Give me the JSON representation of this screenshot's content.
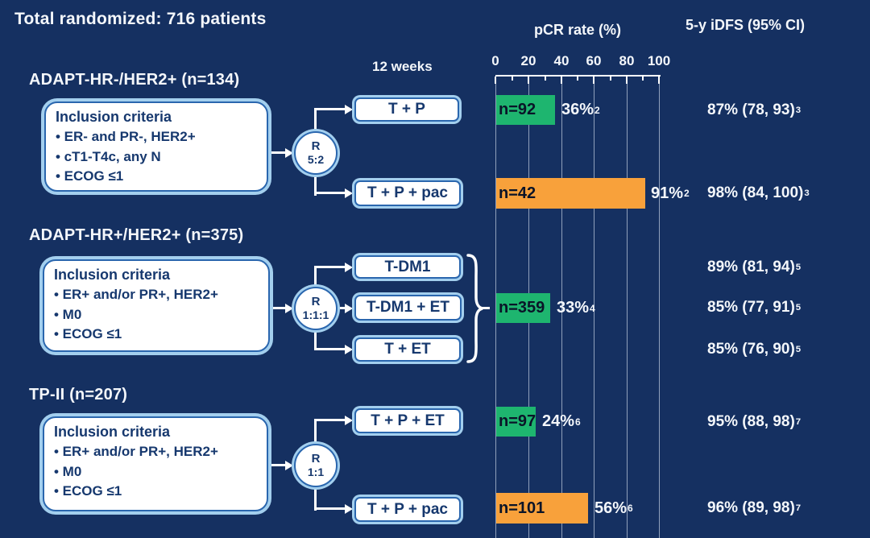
{
  "title": "Total randomized: 716 patients",
  "headers": {
    "timepoint": "12 weeks",
    "pcr_axis_title": "pCR rate (%)",
    "idfs_title": "5-y iDFS (95% CI)"
  },
  "axis": {
    "ticks": [
      "0",
      "20",
      "40",
      "60",
      "80",
      "100"
    ]
  },
  "colors": {
    "background": "#153061",
    "bar_green": "#1eb56f",
    "bar_orange": "#f8a13b",
    "box_fill": "#ffffff",
    "box_border": "#2a66ae",
    "box_glow": "#a3cfee",
    "box_text": "#16386e",
    "text": "#f4f7fb"
  },
  "sections": [
    {
      "header": "ADAPT-HR-/HER2+ (n=134)",
      "inclusion": {
        "title": "Inclusion criteria",
        "items": [
          "• ER- and PR-, HER2+",
          "• cT1-T4c, any N",
          "• ECOG ≤1"
        ]
      },
      "randomization": {
        "label": "R",
        "ratio": "5:2"
      },
      "arms": [
        {
          "treatment": "T + P",
          "n_label": "n=92",
          "pcr_value": 36,
          "pcr_label": "36%",
          "pcr_sup": "2",
          "idfs_label": "87% (78, 93)",
          "idfs_sup": "3"
        },
        {
          "treatment": "T + P + pac",
          "n_label": "n=42",
          "pcr_value": 91,
          "pcr_label": "91%",
          "pcr_sup": "2",
          "idfs_label": "98% (84, 100)",
          "idfs_sup": "3"
        }
      ]
    },
    {
      "header": "ADAPT-HR+/HER2+ (n=375)",
      "inclusion": {
        "title": "Inclusion criteria",
        "items": [
          "• ER+ and/or PR+, HER2+",
          "• M0",
          "• ECOG ≤1"
        ]
      },
      "randomization": {
        "label": "R",
        "ratio": "1:1:1"
      },
      "arms": [
        {
          "treatment": "T-DM1",
          "idfs_label": "89% (81, 94)",
          "idfs_sup": "5"
        },
        {
          "treatment": "T-DM1 + ET",
          "idfs_label": "85% (77, 91)",
          "idfs_sup": "5"
        },
        {
          "treatment": "T + ET",
          "idfs_label": "85% (76, 90)",
          "idfs_sup": "5"
        }
      ],
      "pooled_bar": {
        "n_label": "n=359",
        "pcr_value": 33,
        "pcr_label": "33%",
        "pcr_sup": "4"
      }
    },
    {
      "header": "TP-II (n=207)",
      "inclusion": {
        "title": "Inclusion criteria",
        "items": [
          "• ER+ and/or PR+, HER2+",
          "• M0",
          "• ECOG ≤1"
        ]
      },
      "randomization": {
        "label": "R",
        "ratio": "1:1"
      },
      "arms": [
        {
          "treatment": "T + P + ET",
          "n_label": "n=97",
          "pcr_value": 24,
          "pcr_label": "24%",
          "pcr_sup": "6",
          "idfs_label": "95% (88, 98)",
          "idfs_sup": "7"
        },
        {
          "treatment": "T + P + pac",
          "n_label": "n=101",
          "pcr_value": 56,
          "pcr_label": "56%",
          "pcr_sup": "6",
          "idfs_label": "96% (89, 98)",
          "idfs_sup": "7"
        }
      ]
    }
  ],
  "chart_data": {
    "type": "bar",
    "orientation": "horizontal",
    "title": "pCR rate (%)",
    "xlabel": "pCR rate (%)",
    "xlim": [
      0,
      100
    ],
    "x_ticks": [
      0,
      20,
      40,
      60,
      80,
      100
    ],
    "grid": true,
    "categories": [
      "T + P (n=92)",
      "T + P + pac (n=42)",
      "T-DM1 / T-DM1 + ET / T + ET (n=359)",
      "T + P + ET (n=97)",
      "T + P + pac (n=101)"
    ],
    "values": [
      36,
      91,
      33,
      24,
      56
    ],
    "bar_colors": [
      "#1eb56f",
      "#f8a13b",
      "#1eb56f",
      "#1eb56f",
      "#f8a13b"
    ],
    "annotations": [
      "36%²",
      "91%²",
      "33%⁴",
      "24%⁶",
      "56%⁶"
    ],
    "idfs_column_title": "5-y iDFS (95% CI)",
    "idfs_values": [
      "87% (78, 93)³",
      "98% (84, 100)³",
      "89% (81, 94)⁵",
      "85% (77, 91)⁵",
      "85% (76, 90)⁵",
      "95% (88, 98)⁷",
      "96% (89, 98)⁷"
    ]
  }
}
